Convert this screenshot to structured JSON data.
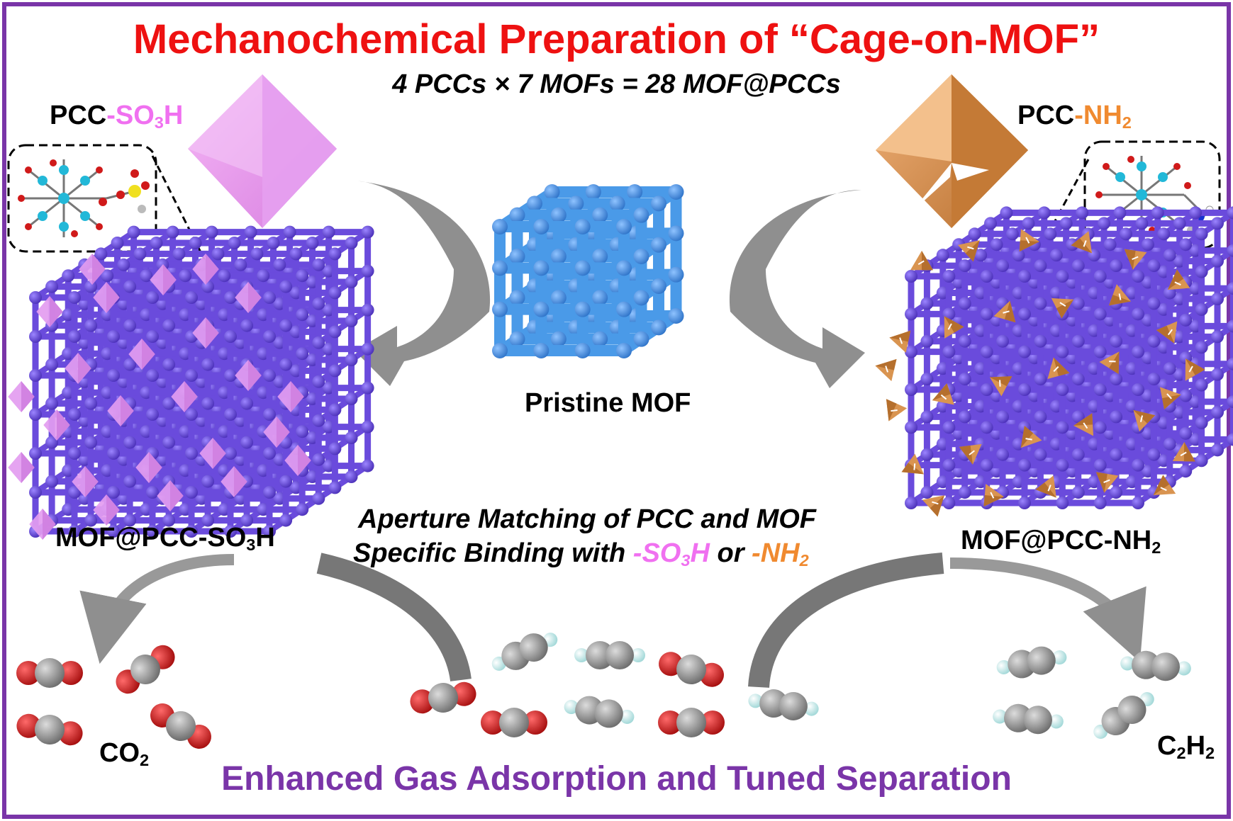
{
  "title": "Mechanochemical Preparation of “Cage-on-MOF”",
  "equation": "4 PCCs × 7 MOFs = 28 MOF@PCCs",
  "left_cage": {
    "prefix": "PCC",
    "group": "-SO",
    "sub": "3",
    "suffix": "H"
  },
  "right_cage": {
    "prefix": "PCC",
    "group": "-NH",
    "sub": "2"
  },
  "center_label": "Pristine MOF",
  "left_product": {
    "text": "MOF@PCC-SO",
    "sub": "3",
    "suffix": "H"
  },
  "right_product": {
    "text": "MOF@PCC-NH",
    "sub": "2"
  },
  "mechanism_line1": "Aperture Matching of PCC and MOF",
  "mechanism_line2": {
    "prefix": "Specific Binding with ",
    "so3": "-SO",
    "so3_sub": "3",
    "so3_suffix": "H",
    "or": " or ",
    "nh2": "-NH",
    "nh2_sub": "2"
  },
  "gas_left": {
    "text": "CO",
    "sub": "2"
  },
  "gas_right": {
    "text": "C",
    "sub1": "2",
    "mid": "H",
    "sub2": "2"
  },
  "bottom_caption": "Enhanced Gas Adsorption and Tuned Separation",
  "colors": {
    "frame": "#7a35a8",
    "title": "#ee1111",
    "so3h": "#f070f0",
    "nh2": "#f08a30",
    "mof_blue": "#4a9ae8",
    "mof_purple": "#6a4bdc",
    "arrow": "#8f8f8f",
    "oxygen": "#cc1a1a",
    "carbon": "#8a8a8a",
    "hydrogen": "#cdeeee"
  },
  "icons": [
    "octahedron-pink-icon",
    "octahedron-orange-icon",
    "mof-cube-icon",
    "co2-molecule-icon",
    "c2h2-molecule-icon",
    "curved-arrow-icon"
  ]
}
